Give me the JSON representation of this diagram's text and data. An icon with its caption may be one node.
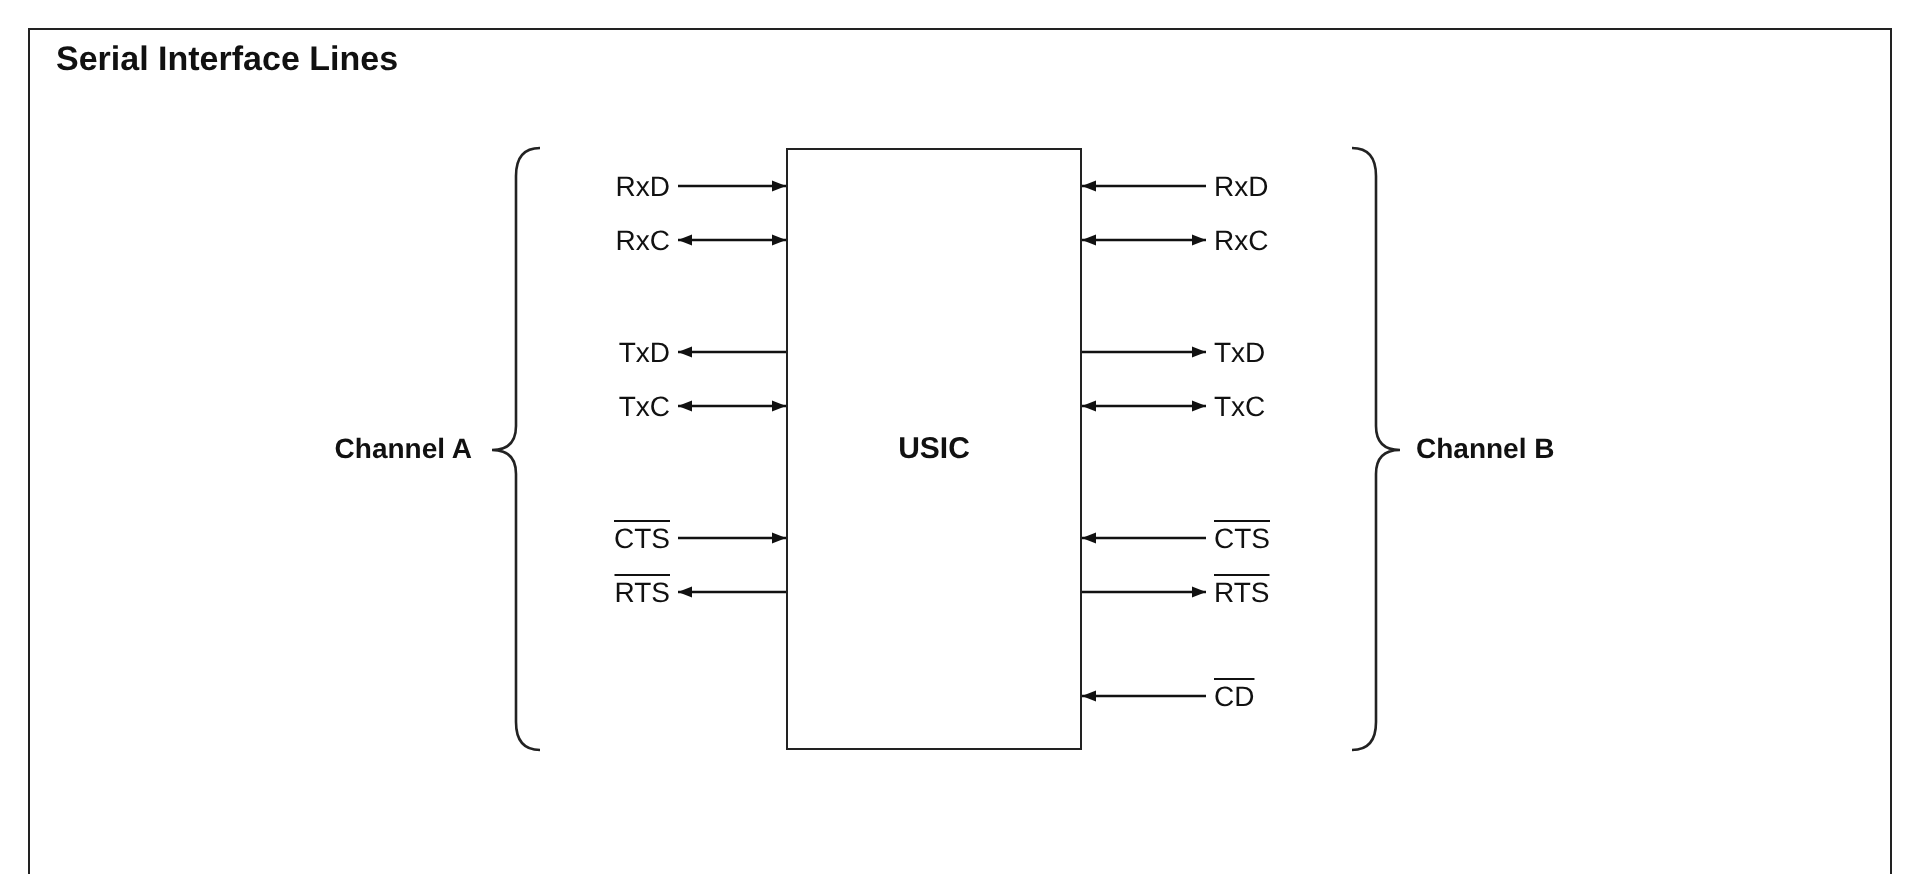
{
  "diagram": {
    "title": "Serial Interface Lines",
    "nodes": [
      {
        "text": [
          "USIC"
        ]
      },
      {
        "text": [
          "RxD"
        ]
      },
      {
        "text": [
          "RxC"
        ]
      },
      {
        "text": [
          "TxD"
        ]
      },
      {
        "text": [
          "TxC"
        ]
      },
      {
        "text": [
          "CTS"
        ]
      },
      {
        "text": [
          "RTS"
        ]
      },
      {
        "text": [
          "RxD"
        ]
      },
      {
        "text": [
          "RxC"
        ]
      },
      {
        "text": [
          "TxD"
        ]
      },
      {
        "text": [
          "TxC"
        ]
      },
      {
        "text": [
          "CTS"
        ]
      },
      {
        "text": [
          "RTS"
        ]
      },
      {
        "text": [
          "CD"
        ]
      }
    ],
    "edges": [
      {
        "from": 1,
        "to": 0,
        "arrow": "to"
      },
      {
        "from": 2,
        "to": 0,
        "arrow": "both"
      },
      {
        "from": 0,
        "to": 3,
        "arrow": "to"
      },
      {
        "from": 4,
        "to": 0,
        "arrow": "both"
      },
      {
        "from": 5,
        "to": 0,
        "arrow": "to"
      },
      {
        "from": 0,
        "to": 6,
        "arrow": "to"
      },
      {
        "from": 7,
        "to": 0,
        "arrow": "to"
      },
      {
        "from": 8,
        "to": 0,
        "arrow": "both"
      },
      {
        "from": 0,
        "to": 9,
        "arrow": "to"
      },
      {
        "from": 10,
        "to": 0,
        "arrow": "both"
      },
      {
        "from": 11,
        "to": 0,
        "arrow": "to"
      },
      {
        "from": 0,
        "to": 12,
        "arrow": "to"
      },
      {
        "from": 13,
        "to": 0,
        "arrow": "to"
      }
    ],
    "labels": [
      "Channel A",
      "Channel B"
    ]
  }
}
